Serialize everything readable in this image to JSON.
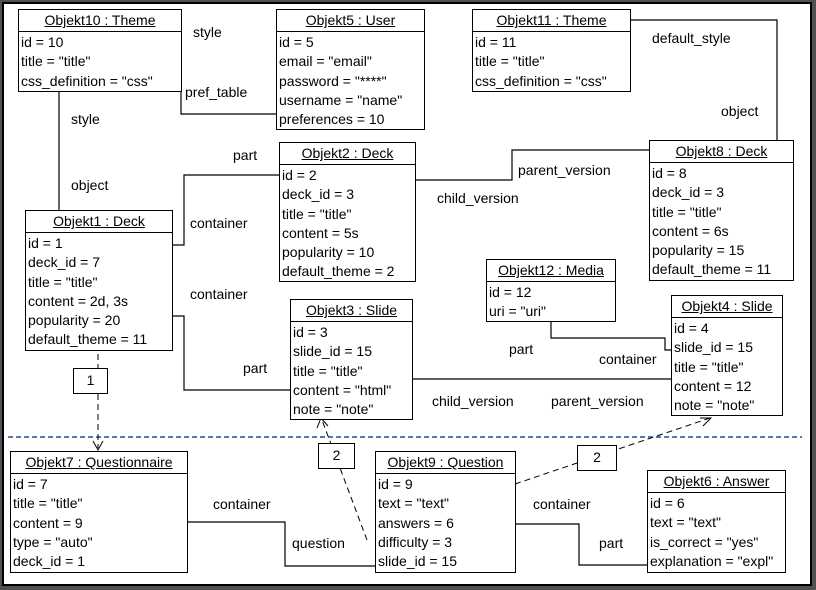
{
  "objects": {
    "obj10": {
      "title": "Objekt10 : Theme",
      "attrs": [
        "id = 10",
        "title = \"title\"",
        "css_definition = \"css\""
      ]
    },
    "obj5": {
      "title": "Objekt5 : User",
      "attrs": [
        "id = 5",
        "email = \"email\"",
        "password = \"****\"",
        "username = \"name\"",
        "preferences = 10"
      ]
    },
    "obj11": {
      "title": "Objekt11 : Theme",
      "attrs": [
        "id = 11",
        "title = \"title\"",
        "css_definition = \"css\""
      ]
    },
    "obj1": {
      "title": "Objekt1 : Deck",
      "attrs": [
        "id = 1",
        "deck_id = 7",
        "title = \"title\"",
        "content = 2d, 3s",
        "popularity = 20",
        "default_theme = 11"
      ]
    },
    "obj2": {
      "title": "Objekt2 : Deck",
      "attrs": [
        "id = 2",
        "deck_id = 3",
        "title = \"title\"",
        "content = 5s",
        "popularity = 10",
        "default_theme = 2"
      ]
    },
    "obj8": {
      "title": "Objekt8 : Deck",
      "attrs": [
        "id = 8",
        "deck_id = 3",
        "title = \"title\"",
        "content = 6s",
        "popularity = 15",
        "default_theme = 11"
      ]
    },
    "obj12": {
      "title": "Objekt12 : Media",
      "attrs": [
        "id = 12",
        "uri = \"uri\""
      ]
    },
    "obj3": {
      "title": "Objekt3 : Slide",
      "attrs": [
        "id = 3",
        "slide_id = 15",
        "title = \"title\"",
        "content = \"html\"",
        "note = \"note\""
      ]
    },
    "obj4": {
      "title": "Objekt4 : Slide",
      "attrs": [
        "id = 4",
        "slide_id = 15",
        "title = \"title\"",
        "content = 12",
        "note = \"note\""
      ]
    },
    "obj7": {
      "title": "Objekt7 : Questionnaire",
      "attrs": [
        "id = 7",
        "title = \"title\"",
        "content = 9",
        "type = \"auto\"",
        "deck_id = 1"
      ]
    },
    "obj9": {
      "title": "Objekt9 : Question",
      "attrs": [
        "id = 9",
        "text = \"text\"",
        "answers = 6",
        "difficulty = 3",
        "slide_id = 15"
      ]
    },
    "obj6": {
      "title": "Objekt6 : Answer",
      "attrs": [
        "id = 6",
        "text = \"text\"",
        "is_correct = \"yes\"",
        "explanation = \"expl\""
      ]
    }
  },
  "labels": {
    "style_top": "style",
    "pref_table": "pref_table",
    "default_style": "default_style",
    "object_right": "object",
    "style_left": "style",
    "object_left": "object",
    "part_top": "part",
    "container_top": "container",
    "parent_version_top": "parent_version",
    "child_version_top": "child_version",
    "container_mid": "container",
    "part_mid": "part",
    "part_media": "part",
    "container_media": "container",
    "child_version_bottom": "child_version",
    "parent_version_bottom": "parent_version",
    "container_q": "container",
    "question": "question",
    "container_a": "container",
    "part_a": "part"
  },
  "markers": {
    "m1": "1",
    "m2a": "2",
    "m2b": "2"
  }
}
